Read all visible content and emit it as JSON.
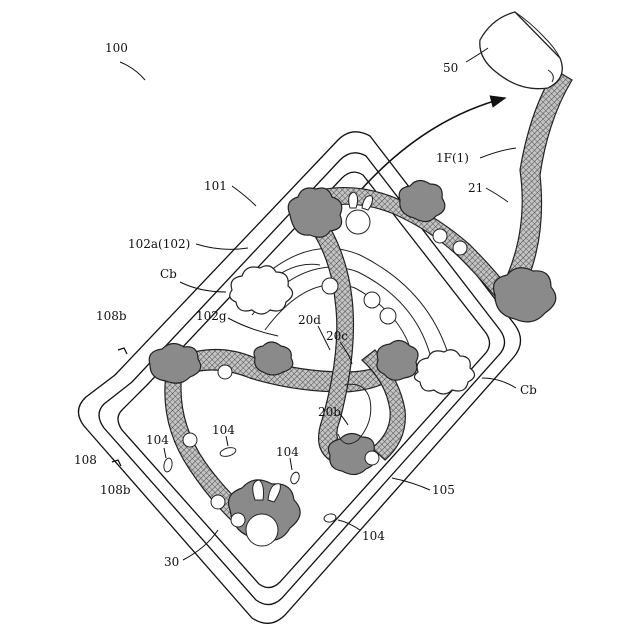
{
  "labels": {
    "l100": "100",
    "l50": "50",
    "l1F": "1F(1)",
    "l21": "21",
    "l101": "101",
    "l102a": "102a(102)",
    "lCb1": "Cb",
    "l108b1": "108b",
    "l102g": "102g",
    "l20d": "20d",
    "l20c": "20c",
    "l20b": "20b",
    "lCb2": "Cb",
    "l104a": "104",
    "l104b": "104",
    "l104c": "104",
    "l108": "108",
    "l108b2": "108b",
    "l105": "105",
    "l104d": "104",
    "l30": "30"
  },
  "colors": {
    "line": "#111111",
    "strap_fill": "#9a9a9a",
    "clump_fill": "#8a8a8a"
  }
}
